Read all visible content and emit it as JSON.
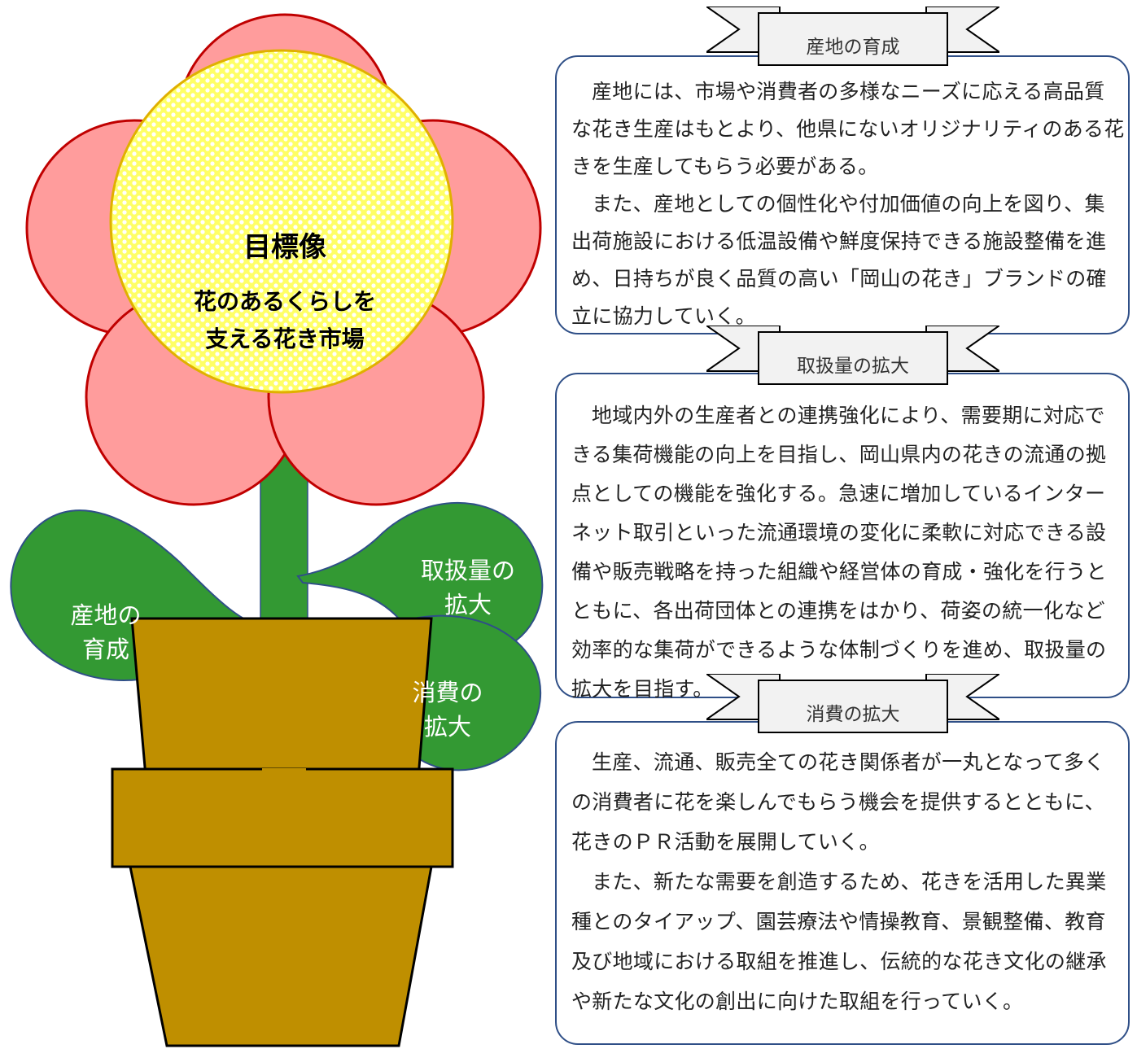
{
  "goal": {
    "heading": "目標像",
    "line1": "花のあるくらしを",
    "line2": "支える花き市場"
  },
  "leaves": {
    "left": {
      "line1": "産地の",
      "line2": "育成"
    },
    "upper_right": {
      "line1": "取扱量の",
      "line2": "拡大"
    },
    "lower_right": {
      "line1": "消費の",
      "line2": "拡大"
    }
  },
  "sections": [
    {
      "title": "産地の育成",
      "paragraphs": [
        "産地には、市場や消費者の多様なニーズに応える高品質な花き生産はもとより、他県にないオリジナリティのある花きを生産してもらう必要がある。",
        "また、産地としての個性化や付加価値の向上を図り、集出荷施設における低温設備や鮮度保持できる施設整備を進め、日持ちが良く品質の高い「岡山の花き」ブランドの確立に協力していく。"
      ]
    },
    {
      "title": "取扱量の拡大",
      "paragraphs": [
        "地域内外の生産者との連携強化により、需要期に対応できる集荷機能の向上を目指し、岡山県内の花きの流通の拠点としての機能を強化する。急速に増加しているインターネット取引といった流通環境の変化に柔軟に対応できる設備や販売戦略を持った組織や経営体の育成・強化を行うとともに、各出荷団体との連携をはかり、荷姿の統一化など効率的な集荷ができるような体制づくりを進め、取扱量の拡大を目指す。"
      ]
    },
    {
      "title": "消費の拡大",
      "paragraphs": [
        "生産、流通、販売全ての花き関係者が一丸となって多くの消費者に花を楽しんでもらう機会を提供するとともに、花きのＰＲ活動を展開していく。",
        "また、新たな需要を創造するため、花きを活用した異業種とのタイアップ、園芸療法や情操教育、景観整備、教育及び地域における取組を推進し、伝統的な花き文化の継承や新たな文化の創出に向けた取組を行っていく。"
      ]
    }
  ],
  "colors": {
    "petal": "#FF9C9C",
    "petal_stroke": "#C00000",
    "center_fill": "#FFFF66",
    "center_stroke": "#E0B000",
    "leaf": "#339933",
    "leaf_stroke": "#2F4F87",
    "pot": "#BF8F00",
    "panel_border": "#2F4F87",
    "ribbon_fill": "#F2F2F2"
  }
}
